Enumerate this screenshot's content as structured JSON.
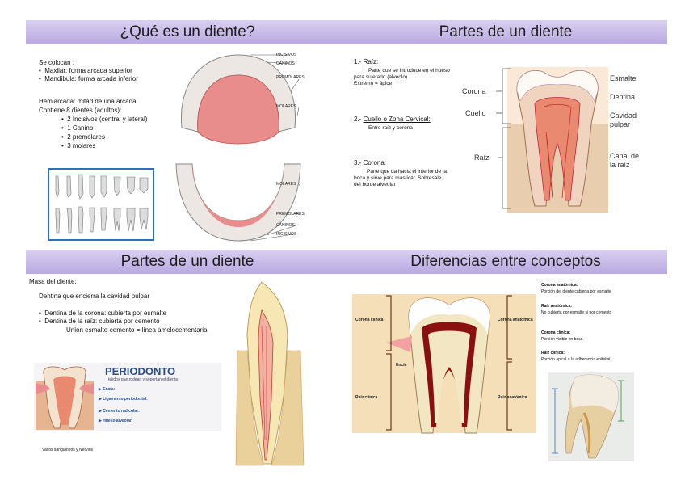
{
  "s1": {
    "title": "¿Qué es un diente?",
    "se_colocan": "Se colocan :",
    "b1": "Maxilar:   forma  arcada superior",
    "b2": "Mandíbula:  forma arcada inferior",
    "hemi": "Hemiarcada: mitad de una arcada",
    "contiene": "Contiene 8 dientes (adultos):",
    "i1": "2 Incisivos (central y lateral)",
    "i2": "1 Canino",
    "i3": "2 premolares",
    "i4": "3 molares",
    "labels_top": [
      "INCISIVOS",
      "CANINOS",
      "PREMOLARES",
      "MOLARES"
    ],
    "labels_bottom": [
      "MOLARES",
      "PREMOLARES",
      "CANINOS",
      "INCISIVOS"
    ]
  },
  "s2": {
    "title": "Partes de un diente",
    "raiz_num": "1.- ",
    "raiz": "Raíz:",
    "raiz_d1": "Parte que se introduce en el hueso",
    "raiz_d2": "para sujetarlo (alveolo)",
    "raiz_d3": "Extremo = ápice",
    "cuello_num": "2.- ",
    "cuello": "Cuello o Zona Cervical:",
    "cuello_d": "Entre raíz y corona",
    "corona_num": "3.- ",
    "corona": "Corona:",
    "corona_d1": "Parte que da hacia el interior de la",
    "corona_d2": "boca y sirve para masticar. Sobresale",
    "corona_d3": "del borde alveolar",
    "lbl_corona": "Corona",
    "lbl_cuello": "Cuello",
    "lbl_raiz": "Raíz",
    "lbl_esmalte": "Esmalte",
    "lbl_dentina": "Dentina",
    "lbl_cav1": "Cavidad",
    "lbl_cav2": "pulpar",
    "lbl_canal1": "Canal de",
    "lbl_canal2": "la raíz"
  },
  "s3": {
    "title": "Partes de un diente",
    "masa": "Masa del diente:",
    "dentina": "Dentina que encierra la cavidad pulpar",
    "b1": "Dentina de la corona: cubierta por esmalte",
    "b2": "Dentina de la raíz: cubierta por cemento",
    "union": "Unión esmalte-cemento = línea amelocementaria",
    "perio": "PERIODONTO",
    "perio_sub": "tejidos que rodean y soportan el diente.",
    "p1": "Encía:",
    "p2": "Ligamento periodontal:",
    "p3": "Cemento radicular:",
    "p4": "Hueso alveolar:",
    "vasos": "Vasos sanguíneos y Nervios"
  },
  "s4": {
    "title": "Diferencias entre conceptos",
    "c1": "Corona anatómica:",
    "c1d": "Porción del diente cubierta por esmalte",
    "c2": "Raíz anatómica:",
    "c2d": "No cubierta por esmalte si por cemento",
    "c3": "Corona clínica:",
    "c3d": "Porción visible en boca",
    "c4": "Raíz clínica:",
    "c4d": "Porción apical a la adherencia epitelial",
    "l_cc": "Corona clínica",
    "l_ca": "Corona anatómica",
    "l_rc": "Raíz clínica",
    "l_ra": "Raíz anatómica",
    "l_encia": "Encía"
  }
}
